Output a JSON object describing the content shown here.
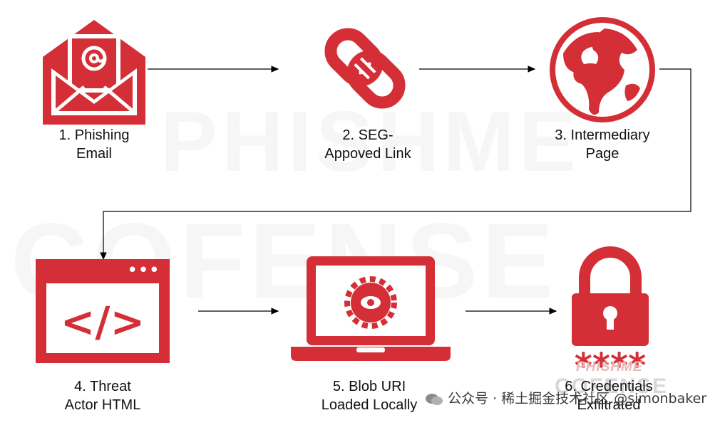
{
  "steps": [
    {
      "line1": "1. Phishing",
      "line2": "Email",
      "icon": "email-icon"
    },
    {
      "line1": "2. SEG-",
      "line2": "Appoved Link",
      "icon": "link-icon"
    },
    {
      "line1": "3. Intermediary",
      "line2": "Page",
      "icon": "globe-icon"
    },
    {
      "line1": "4. Threat",
      "line2": "Actor HTML",
      "icon": "code-window-icon"
    },
    {
      "line1": "5. Blob URI",
      "line2": "Loaded Locally",
      "icon": "laptop-eye-icon"
    },
    {
      "line1": "6. Credentials",
      "line2": "Exfiltrated",
      "icon": "padlock-icon"
    }
  ],
  "watermark_top": "PHISHME",
  "watermark_bottom": "COFENSE",
  "brand_small": "PHISHME",
  "brand_big": "COFENSE",
  "footer_watermark": "公众号 · 稀土掘金技术社区 @simonbaker",
  "code_glyph": "</>",
  "window_dots": "•••",
  "password_mask": "****",
  "colors": {
    "accent": "#D42F36",
    "text": "#111111",
    "line": "#000000"
  }
}
